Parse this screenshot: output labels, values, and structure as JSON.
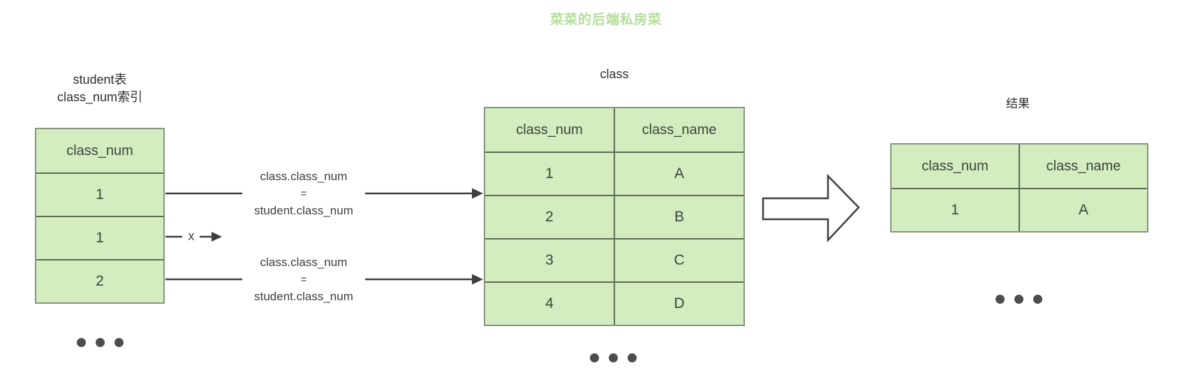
{
  "watermark": {
    "text": "菜菜的后端私房菜"
  },
  "left_table": {
    "title_line1": "student表",
    "title_line2": "class_num索引",
    "header": "class_num",
    "rows": [
      "1",
      "1",
      "2"
    ]
  },
  "join_labels": {
    "top": {
      "line1": "class.class_num",
      "op": "=",
      "line2": "student.class_num"
    },
    "bottom": {
      "line1": "class.class_num",
      "op": "=",
      "line2": "student.class_num"
    }
  },
  "blocked_arrow": {
    "marker": "x"
  },
  "class_table": {
    "title": "class",
    "headers": [
      "class_num",
      "class_name"
    ],
    "rows": [
      [
        "1",
        "A"
      ],
      [
        "2",
        "B"
      ],
      [
        "3",
        "C"
      ],
      [
        "4",
        "D"
      ]
    ]
  },
  "result_table": {
    "title": "结果",
    "headers": [
      "class_num",
      "class_name"
    ],
    "rows": [
      [
        "1",
        "A"
      ]
    ]
  },
  "colors": {
    "table_fill": "#d3ecc0",
    "table_border_outer": "#86957e",
    "table_border_inner": "#5d6d55",
    "arrow": "#3e3e3e",
    "watermark_green": "#a6da88",
    "dot": "#4d4d4d",
    "background": "#ffffff"
  }
}
